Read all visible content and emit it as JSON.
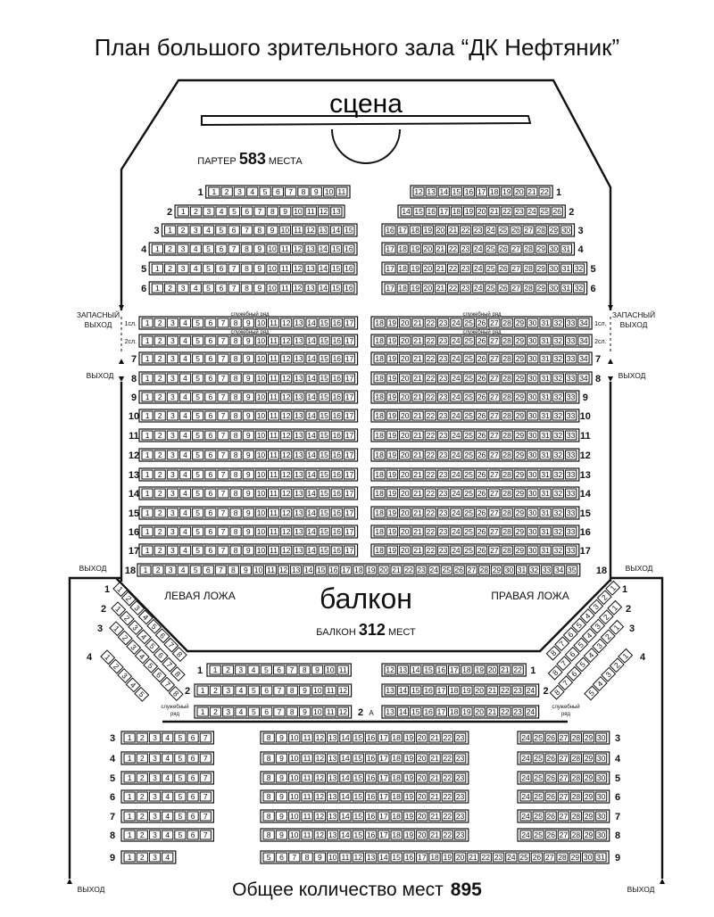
{
  "title": "План большого зрительного зала “ДК Нефтяник”",
  "total": {
    "text": "Общее количество мест",
    "value": "895"
  },
  "stage": {
    "label": "сцена"
  },
  "parter": {
    "prefix": "ПАРТЕР",
    "count": "583",
    "suffix": "МЕСТА"
  },
  "balcony": {
    "label": "балкон",
    "prefix": "БАЛКОН",
    "count": "312",
    "suffix": "МЕСТ",
    "left_box": "ЛЕВАЯ ЛОЖА",
    "right_box": "ПРАВАЯ ЛОЖА"
  },
  "labels": {
    "reserve_exit": [
      "ЗАПАСНЫЙ",
      "ВЫХОД"
    ],
    "exit": "ВЫХОД",
    "service_row": "служебный ряд",
    "service_row_split": [
      "служебный",
      "ряд"
    ],
    "row_2a_suffix": "А"
  },
  "parter_rows": [
    {
      "label": "1",
      "left": [
        1,
        11
      ],
      "right": [
        12,
        22
      ]
    },
    {
      "label": "2",
      "left": [
        1,
        13
      ],
      "right": [
        14,
        26
      ]
    },
    {
      "label": "3",
      "left": [
        1,
        15
      ],
      "right": [
        16,
        30
      ]
    },
    {
      "label": "4",
      "left": [
        1,
        16
      ],
      "right": [
        17,
        31
      ]
    },
    {
      "label": "5",
      "left": [
        1,
        16
      ],
      "right": [
        17,
        32
      ]
    },
    {
      "label": "6",
      "left": [
        1,
        16
      ],
      "right": [
        17,
        32
      ]
    },
    {
      "label": "1сл.",
      "left": [
        1,
        17
      ],
      "right": [
        18,
        34
      ],
      "service": true
    },
    {
      "label": "2сл.",
      "left": [
        1,
        17
      ],
      "right": [
        18,
        34
      ],
      "service": true
    },
    {
      "label": "7",
      "left": [
        1,
        17
      ],
      "right": [
        18,
        34
      ]
    },
    {
      "label": "8",
      "left": [
        1,
        17
      ],
      "right": [
        18,
        34
      ]
    },
    {
      "label": "9",
      "left": [
        1,
        17
      ],
      "right": [
        18,
        33
      ]
    },
    {
      "label": "10",
      "left": [
        1,
        17
      ],
      "right": [
        18,
        33
      ]
    },
    {
      "label": "11",
      "left": [
        1,
        17
      ],
      "right": [
        18,
        33
      ]
    },
    {
      "label": "12",
      "left": [
        1,
        17
      ],
      "right": [
        18,
        33
      ]
    },
    {
      "label": "13",
      "left": [
        1,
        17
      ],
      "right": [
        18,
        33
      ]
    },
    {
      "label": "14",
      "left": [
        1,
        17
      ],
      "right": [
        18,
        33
      ]
    },
    {
      "label": "15",
      "left": [
        1,
        17
      ],
      "right": [
        18,
        33
      ]
    },
    {
      "label": "16",
      "left": [
        1,
        17
      ],
      "right": [
        18,
        33
      ]
    },
    {
      "label": "17",
      "left": [
        1,
        17
      ],
      "right": [
        18,
        33
      ]
    },
    {
      "label": "18",
      "full": [
        1,
        35
      ]
    }
  ],
  "boxes": [
    {
      "label": "1",
      "range": [
        1,
        8
      ]
    },
    {
      "label": "2",
      "range": [
        1,
        8
      ]
    },
    {
      "label": "3",
      "range": [
        1,
        8
      ]
    },
    {
      "label": "4",
      "range": [
        1,
        8
      ]
    }
  ],
  "balcony_rows": [
    {
      "label": "1",
      "left": [
        1,
        11
      ],
      "right": [
        12,
        22
      ]
    },
    {
      "label": "2",
      "left": [
        1,
        12
      ],
      "right": [
        13,
        24
      ]
    },
    {
      "label": "2",
      "left": [
        1,
        12
      ],
      "right": [
        13,
        24
      ],
      "service": true
    }
  ],
  "back_rows": [
    {
      "label": "3",
      "left": [
        1,
        7
      ],
      "mid": [
        8,
        23
      ],
      "right": [
        24,
        30
      ]
    },
    {
      "label": "4",
      "left": [
        1,
        7
      ],
      "mid": [
        8,
        23
      ],
      "right": [
        24,
        30
      ]
    },
    {
      "label": "5",
      "left": [
        1,
        7
      ],
      "mid": [
        8,
        23
      ],
      "right": [
        24,
        30
      ]
    },
    {
      "label": "6",
      "left": [
        1,
        7
      ],
      "mid": [
        8,
        23
      ],
      "right": [
        24,
        30
      ]
    },
    {
      "label": "7",
      "left": [
        1,
        7
      ],
      "mid": [
        8,
        23
      ],
      "right": [
        24,
        30
      ]
    },
    {
      "label": "8",
      "left": [
        1,
        7
      ],
      "mid": [
        8,
        23
      ],
      "right": [
        24,
        30
      ]
    },
    {
      "label": "9",
      "left": [
        1,
        4
      ],
      "mid": [
        5,
        31
      ]
    }
  ]
}
